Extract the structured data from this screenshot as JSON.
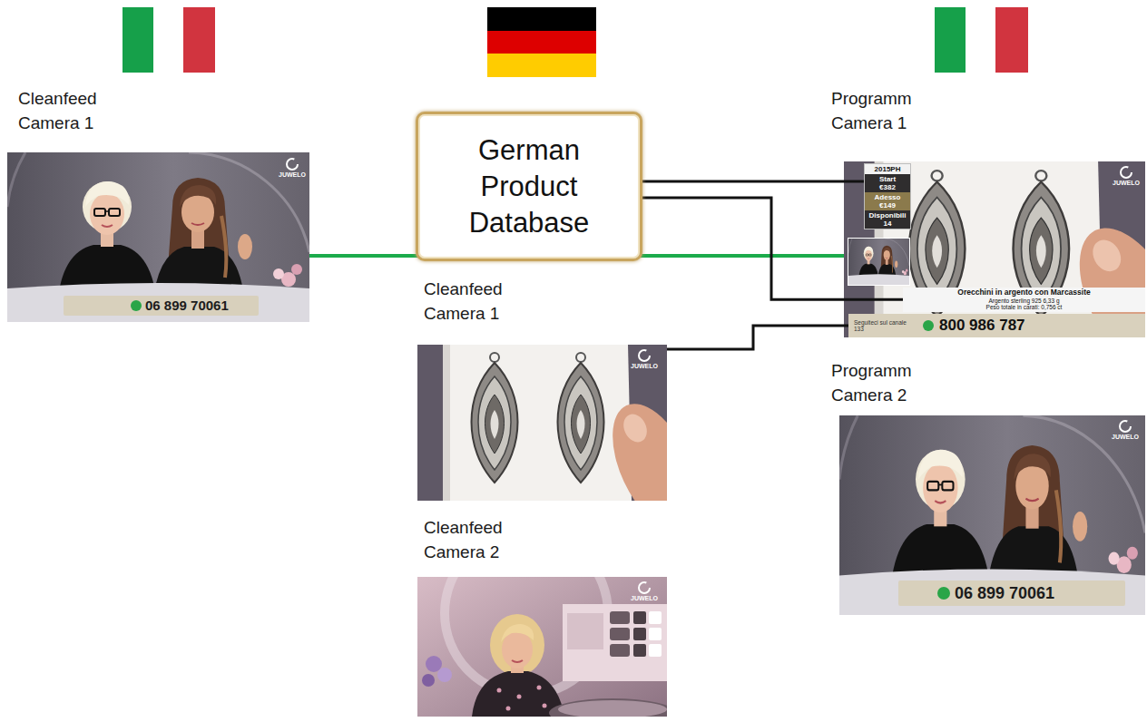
{
  "diagram": {
    "nodes": [
      {
        "text": [
          "Cleanfeed Camera 1"
        ]
      },
      {
        "text": [
          "German Product Database"
        ]
      },
      {
        "text": [
          "Cleanfeed Camera 1"
        ]
      },
      {
        "text": [
          "Cleanfeed Camera 2"
        ]
      },
      {
        "text": [
          "Programm Camera 1"
        ]
      },
      {
        "text": [
          "2015PH",
          "Start €382",
          "Adesso €149",
          "Disponibili 14"
        ],
        "in": 4
      },
      {
        "text": [
          "Orecchini in argento con Marcassite",
          "Argento sterling 925 6,33 g",
          "Peso totale in carati: 0,756 ct"
        ],
        "in": 4
      },
      {
        "text": [
          "Seguiteci sul canale 133",
          "800 986 787"
        ],
        "in": 4
      },
      {
        "text": [
          "Programm Camera 2"
        ]
      }
    ],
    "edges": [
      {
        "from": 0,
        "to": 4,
        "arrow": "none"
      },
      {
        "from": 1,
        "to": 5,
        "arrow": "none"
      },
      {
        "from": 1,
        "to": 6,
        "arrow": "none"
      },
      {
        "from": 2,
        "to": 7,
        "arrow": "none"
      }
    ],
    "labels": [
      "JUWELO",
      "06 899 70061",
      "JUWELO",
      "JUWELO",
      "JUWELO",
      "JUWELO",
      "06 899 70061"
    ]
  }
}
